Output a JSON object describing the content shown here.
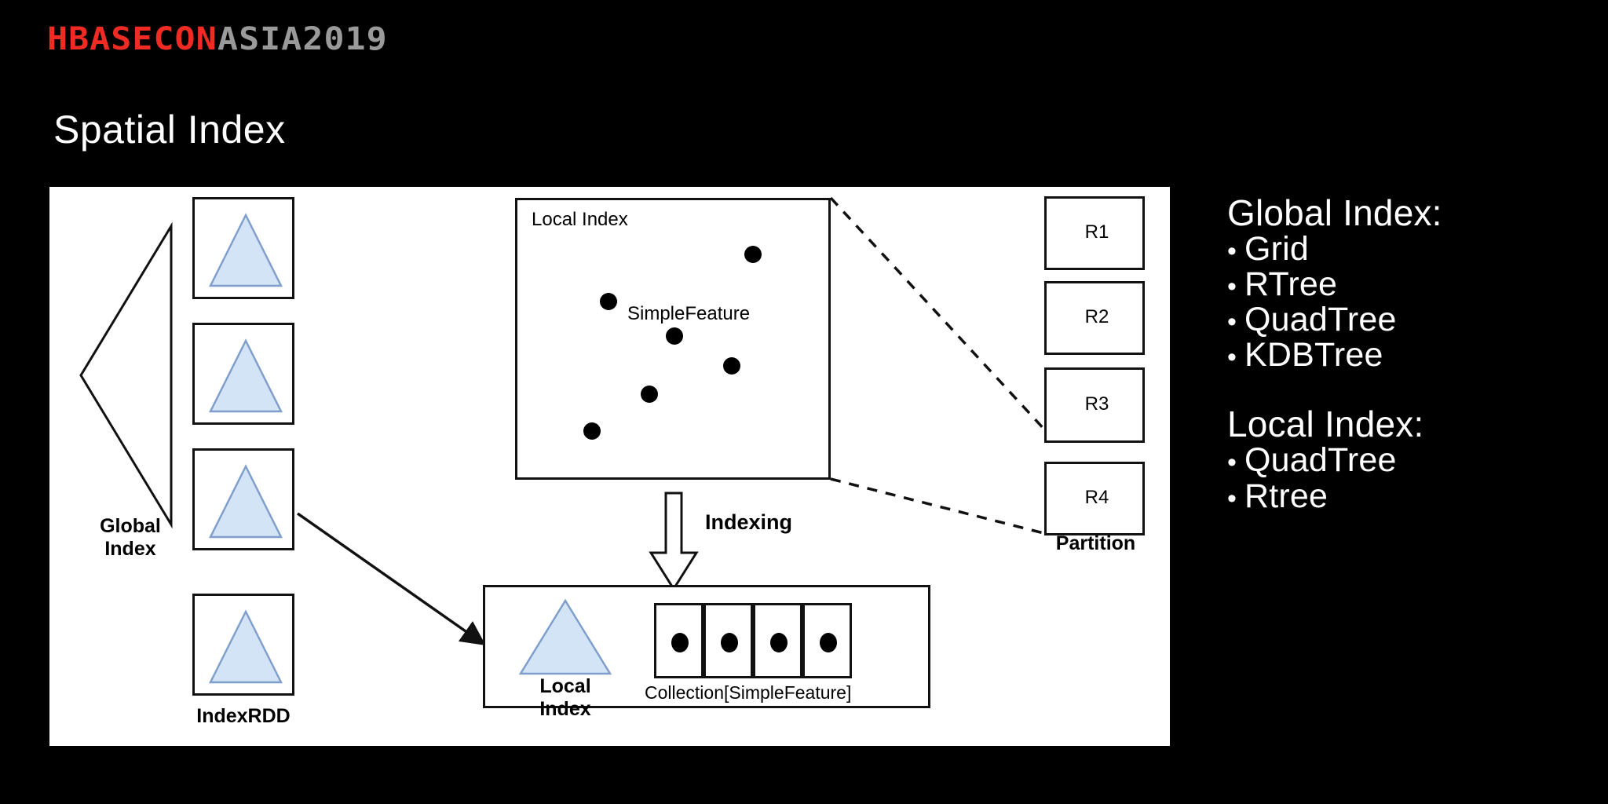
{
  "brand": {
    "primary": "HBASECON",
    "secondary": "ASIA2019",
    "primary_color": "#ef2b24",
    "secondary_color": "#9a9a9a"
  },
  "title": "Spatial Index",
  "diagram": {
    "global_index_label_line1": "Global",
    "global_index_label_line2": "Index",
    "index_rdd_label": "IndexRDD",
    "partition_label": "Partition",
    "local_index_box": {
      "title": "Local Index",
      "feature_label": "SimpleFeature",
      "point_count": 6,
      "points": [
        {
          "x": 0.74,
          "y": 0.19
        },
        {
          "x": 0.29,
          "y": 0.35
        },
        {
          "x": 0.5,
          "y": 0.47
        },
        {
          "x": 0.68,
          "y": 0.57
        },
        {
          "x": 0.41,
          "y": 0.66
        },
        {
          "x": 0.24,
          "y": 0.79
        }
      ]
    },
    "indexing_label": "Indexing",
    "result_box": {
      "triangle_label_line1": "Local",
      "triangle_label_line2": "Index",
      "collection_label": "Collection[SimpleFeature]",
      "cell_count": 4
    },
    "partitions": [
      "R1",
      "R2",
      "R3",
      "R4"
    ],
    "rdd_partition_count": 4,
    "triangle_fill": "#d4e4f7",
    "triangle_stroke": "#7f9ecb"
  },
  "notes": {
    "global_heading": "Global Index:",
    "global_items": [
      "Grid",
      "RTree",
      "QuadTree",
      "KDBTree"
    ],
    "local_heading": "Local Index:",
    "local_items": [
      "QuadTree",
      "Rtree"
    ],
    "bullet_glyph": "•"
  }
}
